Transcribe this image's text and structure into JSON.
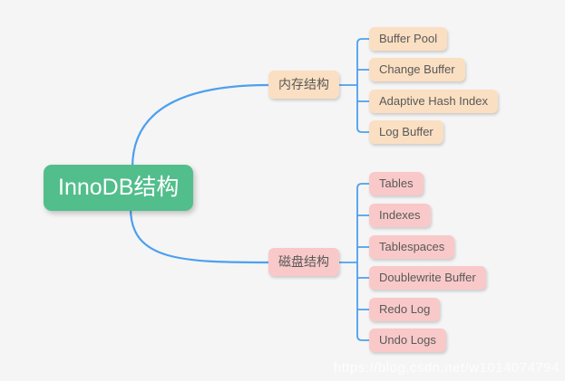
{
  "mindmap": {
    "root": {
      "label": "InnoDB结构"
    },
    "branches": [
      {
        "label": "内存结构",
        "children": [
          {
            "label": "Buffer Pool"
          },
          {
            "label": "Change Buffer"
          },
          {
            "label": "Adaptive Hash Index"
          },
          {
            "label": "Log Buffer"
          }
        ]
      },
      {
        "label": "磁盘结构",
        "children": [
          {
            "label": "Tables"
          },
          {
            "label": "Indexes"
          },
          {
            "label": "Tablespaces"
          },
          {
            "label": "Doublewrite Buffer"
          },
          {
            "label": "Redo Log"
          },
          {
            "label": "Undo Logs"
          }
        ]
      }
    ],
    "colors": {
      "canvas-bg": "#F5F5F5",
      "root-bg": "#52BE8C",
      "root-text": "#FFFFFF",
      "memory-bg": "#FBDFC2",
      "disk-bg": "#F9C9C9",
      "node-text": "#595959",
      "connector": "#4DA0F0",
      "watermark-text": "#FDFDFD"
    }
  },
  "watermark": "https://blog.csdn.net/w1014074794"
}
